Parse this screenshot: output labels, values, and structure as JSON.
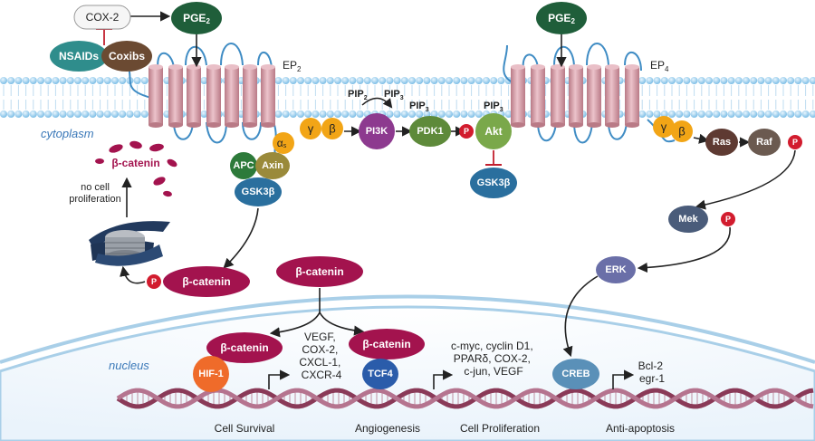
{
  "compartments": {
    "cytoplasm": "cytoplasm",
    "nucleus": "nucleus"
  },
  "receptors": {
    "ep2": "EP",
    "ep2_sub": "2",
    "ep4": "EP",
    "ep4_sub": "4"
  },
  "upstream": {
    "cox2": "COX-2",
    "pge": "PGE",
    "pge_sub": "2",
    "nsaids": "NSAIDs",
    "coxibs": "Coxibs",
    "pge_right": "PGE",
    "pge_right_sub": "2"
  },
  "gproteins": {
    "alpha": "α",
    "alpha_sub": "s",
    "gamma": "γ",
    "beta": "β",
    "gamma_right": "γ",
    "beta_right": "β"
  },
  "destruction_complex": {
    "apc": "APC",
    "axin": "Axin",
    "gsk3b": "GSK3β"
  },
  "pi3k_pathway": {
    "pip2": "PIP",
    "pip2_sub": "2",
    "pip3_a": "PIP",
    "pip3_a_sub": "3",
    "pi3k": "PI3K",
    "pdk1": "PDK1",
    "pip3_b": "PIP",
    "pip3_b_sub": "3",
    "pip3_c": "PIP",
    "pip3_c_sub": "3",
    "akt": "Akt",
    "gsk3b_inhib": "GSK3β",
    "p": "P"
  },
  "mapk_pathway": {
    "ras": "Ras",
    "raf": "Raf",
    "mek": "Mek",
    "erk": "ERK",
    "creb": "CREB",
    "p": "P"
  },
  "beta_catenin": {
    "degraded": "β-catenin",
    "no_prolif_1": "no cell",
    "no_prolif_2": "proliferation",
    "phospho": "β-catenin",
    "cyto": "β-catenin",
    "with_hif": "β-catenin",
    "with_tcf": "β-catenin",
    "p": "P"
  },
  "transcription_factors": {
    "hif1": "HIF-1",
    "tcf4": "TCF4"
  },
  "gene_targets": {
    "hif_genes": [
      "VEGF,",
      "COX-2,",
      "CXCL-1,",
      "CXCR-4"
    ],
    "tcf_genes": [
      "c-myc, cyclin D1,",
      "PPARδ, COX-2,",
      "c-jun, VEGF"
    ],
    "creb_genes": [
      "Bcl-2",
      "egr-1"
    ]
  },
  "outcomes": {
    "survival": "Cell Survival",
    "angiogenesis": "Angiogenesis",
    "proliferation": "Cell Proliferation",
    "antiapoptosis": "Anti-apoptosis"
  },
  "colors": {
    "membrane_head": "#9fd0ee",
    "receptor": "#d8a2ad",
    "gprotein": "#f2a516",
    "pge": "#1f5e3a",
    "catenin": "#a3134e",
    "akt": "#7aa84a",
    "pi3k": "#8d3a8f",
    "mapk": "#5e3a32",
    "creb": "#5a90b8",
    "gsk": "#2a6f9e",
    "phospho": "#d21c2e",
    "dna": "#8a3a58"
  }
}
